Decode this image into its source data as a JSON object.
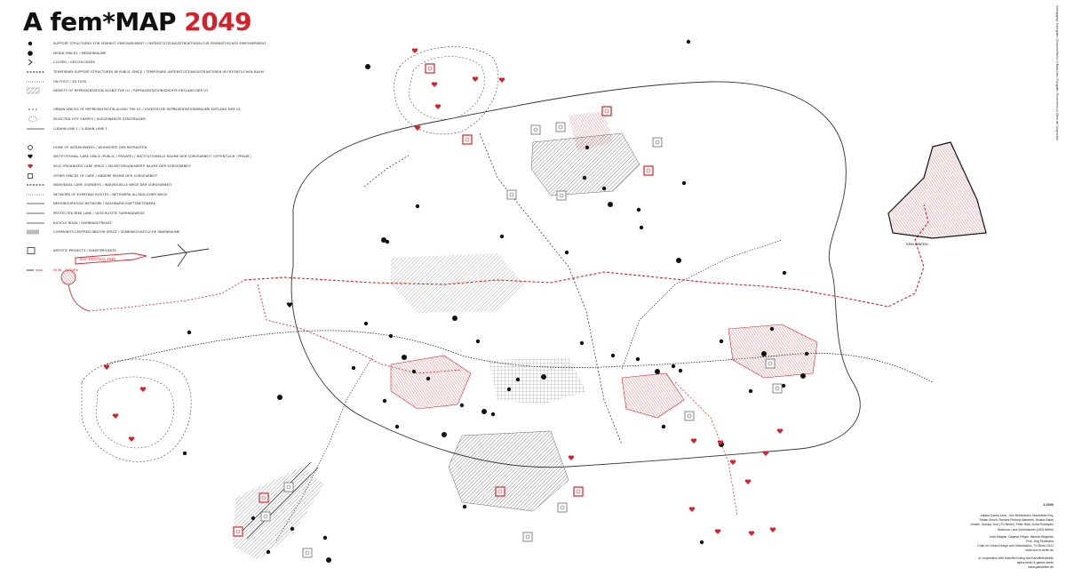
{
  "title": {
    "part1": "A fem*MAP",
    "part2": "2049"
  },
  "legend": {
    "items": [
      {
        "symbol": "dot",
        "text": "SUPPORT STRUCTURES FOR FEMINIST EMPOWERMENT / UNTERSTÜTZUNGSSTRUKTUREN FÜR FEMINISTISCHES EMPOWERMENT"
      },
      {
        "symbol": "dot-big",
        "text": "MEDIA SPACES / MEDIENRÄUME"
      },
      {
        "symbol": "arrow",
        "text": "CLOSED / GESCHLOSSEN"
      },
      {
        "symbol": "dashed",
        "text": "TEMPORARY SUPPORT STRUCTURES IN PUBLIC SPACE / TEMPORÄRE UNTERSTÜTZUNGSSTRUKTUREN IM ÖFFENTLICHEN RAUM"
      },
      {
        "symbol": "dashed-thin",
        "text": "ON FOOT / ZU FUSS"
      },
      {
        "symbol": "hatch",
        "text": "DENSITY OF REPRESENTATION ALONG THE U1 / REPRÄSENTATIONSDICHTE ENTLANG DER U1"
      },
      {
        "symbol": "blank",
        "text": ""
      },
      {
        "symbol": "dots",
        "text": "URBAN SPACES OF REPRESENTATION ALONG THE U1 / STÄDTISCHE REPRÄSENTATIONSRÄUME ENTLANG DER U1"
      },
      {
        "symbol": "blob",
        "text": "SELECTED CITY SHAPES / AUSGEWÄHLTE STADTBILDER"
      },
      {
        "symbol": "line",
        "text": "U-BAHN LINE 1 / U-BAHN LINIE 1"
      },
      {
        "symbol": "blank",
        "text": ""
      },
      {
        "symbol": "circle",
        "text": "HOME OF INTERVIEWEES / WOHNORTE DER BEFRAGTEN"
      },
      {
        "symbol": "heart",
        "text": "INSTITUTIONAL CARE SPACE (PUBLIC / PRIVATE) / INSTITUTIONELLE RÄUME DER SORGEARBEIT (ÖFFENTLICH / PRIVAT)"
      },
      {
        "symbol": "heart-red",
        "text": "SELF-ORGANIZED CARE SPACE / SELBSTORGANISIERTE RÄUME DER SORGEARBEIT"
      },
      {
        "symbol": "square",
        "text": "OTHER SPACES OF CARE / ANDERE RÄUME DER SORGEARBEIT"
      },
      {
        "symbol": "dashed",
        "text": "INDIVIDUAL CARE JOURNEYS / INDIVIDUELLE WEGE DER SORGEARBEIT"
      },
      {
        "symbol": "dashed-thin",
        "text": "NETWORK OF EVERYDAY ROUTES / NETZWERK ALLTÄGLICHER WEGE"
      },
      {
        "symbol": "line",
        "text": "NEIGHBOURHOOD NETWORK / NACHBARSCHAFTSNETZWERK"
      },
      {
        "symbol": "line",
        "text": "PROTECTED BIKE LANE / GESCHÜTZTE FAHRRADWEGE"
      },
      {
        "symbol": "line",
        "text": "BICYCLE ROAD / FAHRRADSTRASSE"
      },
      {
        "symbol": "grey",
        "text": "COMMUNITY-CENTRED INDOOR SPACE / GEMEINSCHAFTLICHE INNENRÄUME"
      },
      {
        "symbol": "blank",
        "text": ""
      },
      {
        "symbol": "box",
        "text": "ARTISTS' PROJECTS / KUNSTPROJEKTE"
      },
      {
        "symbol": "blank",
        "text": ""
      },
      {
        "symbol": "now",
        "text": "NOW - FUTURE"
      }
    ]
  },
  "map": {
    "festival_banner": "fem* FESTIVAL 2049",
    "district_label": "KREUZBERG"
  },
  "scale": "1:2000",
  "credits": {
    "block1": [
      "Juliana Garcia Leon, Jörn Beinenbach, Maximilian Kny,",
      "Tristan Kirsch, Ramina Rexhepi-Mehmeti, Niusha Rahel",
      "Amelie, Jessica Yoch (TU Berlin), Peter Mehl, Anna Rodriquez",
      "Bedecua, Lara Schlömacher (UDK Berlin)"
    ],
    "block2": [
      "Jutta Kläpper, Dagmar Pelger, Manola Wagenke",
      "Prof. Jörg Stollmann",
      "Chair for Urban Design and Urbanization, TU Berlin 2021",
      "www.cud.tu-berlin.de"
    ],
    "block3": [
      "In cooperation with Kartoffel Kolleg and Kartoffelkollektiv",
      "alpha.berlin & galerie.berlin",
      "www.galeriefem.de"
    ]
  },
  "side_note": "Cartography / Kartografie: Geoportal Berlin, U-Bahn-Netz, Fotografie, Recherchen zu Orten der Sorgearbeit",
  "colors": {
    "accent": "#d4222a",
    "ink": "#111111"
  }
}
